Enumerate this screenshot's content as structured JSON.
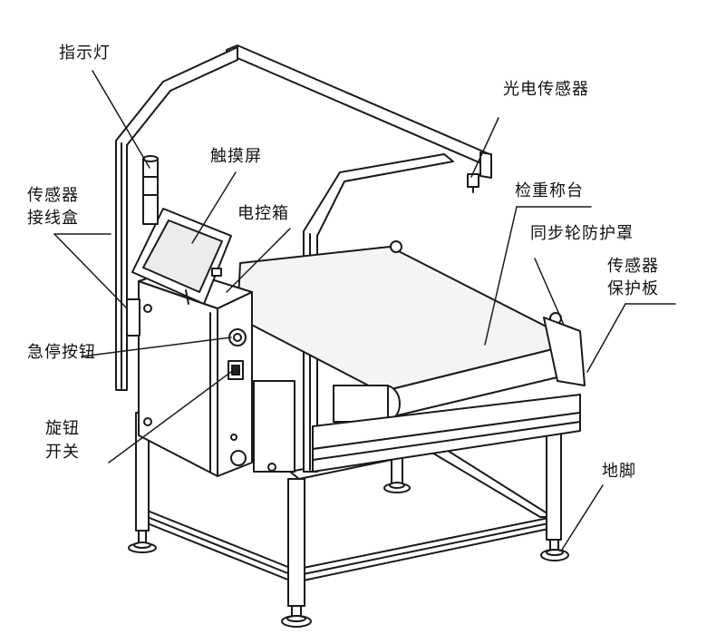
{
  "labels": {
    "indicator_light": "指示灯",
    "touch_screen": "触摸屏",
    "photo_sensor": "光电传感器",
    "checkweigher_platform": "检重称台",
    "sensor_junction_box_line1": "传感器",
    "sensor_junction_box_line2": "接线盒",
    "control_box": "电控箱",
    "sync_wheel_guard": "同步轮防护罩",
    "sensor_guard_line1": "传感器",
    "sensor_guard_line2": "保护板",
    "emergency_stop": "急停按钮",
    "rotary_switch_line1": "旋钮",
    "rotary_switch_line2": "开关",
    "foot": "地脚"
  },
  "colors": {
    "line": "#1a1a1a",
    "frame_fill": "#ffffff",
    "screen_fill": "#ececec",
    "belt_fill": "#f4f4f4",
    "accent_dark": "#222222"
  }
}
